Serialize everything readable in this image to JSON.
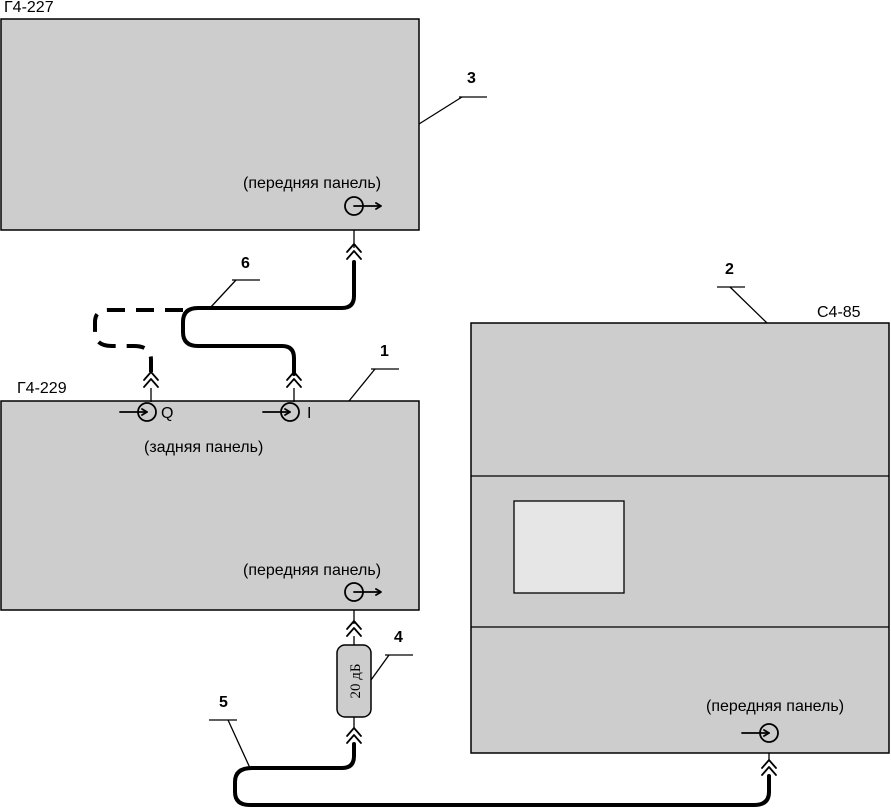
{
  "devices": {
    "g4_227": {
      "name": "Г4-227",
      "panel": "(передняя панель)"
    },
    "g4_229": {
      "name": "Г4-229",
      "rear_panel": "(задняя панель)",
      "front_panel": "(передняя панель)",
      "port_q": "Q",
      "port_i": "I"
    },
    "c4_85": {
      "name": "С4-85",
      "panel": "(передняя панель)"
    }
  },
  "attenuator": {
    "label": "20 дБ"
  },
  "callouts": [
    "1",
    "2",
    "3",
    "4",
    "5",
    "6"
  ],
  "colors": {
    "housing": "#cdcdcd",
    "screen": "#e6e6e6",
    "line": "#000000"
  }
}
